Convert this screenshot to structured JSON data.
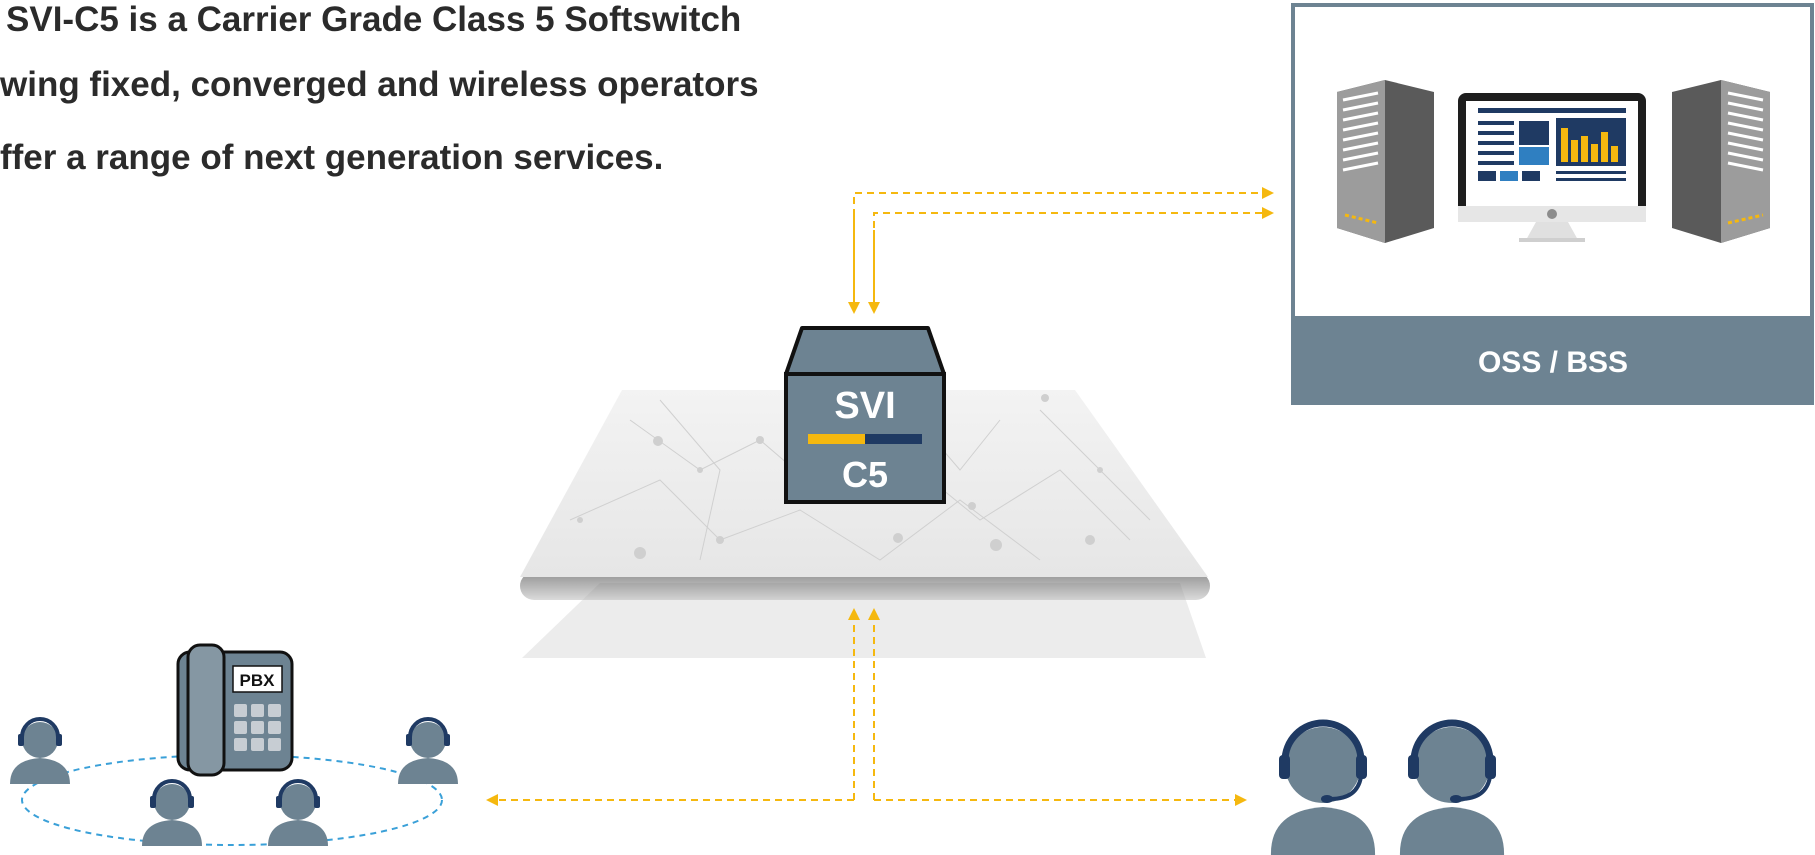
{
  "intro": {
    "line1": "SVI-C5 is a Carrier Grade Class 5 Softswitch",
    "line2": "wing fixed, converged and wireless operators",
    "line3": "ffer a range of next generation services."
  },
  "softswitch": {
    "top_label": "SVI",
    "bottom_label": "C5"
  },
  "oss_bss": {
    "label": "OSS / BSS"
  },
  "pbx": {
    "label": "PBX"
  },
  "colors": {
    "accent": "#f5b80f",
    "slate": "#6d8392",
    "navy": "#1f3a63",
    "ring": "#3aa0d8"
  },
  "icons": [
    "server-icon",
    "monitor-icon",
    "pbx-phone-icon",
    "agent-headset-icon"
  ]
}
